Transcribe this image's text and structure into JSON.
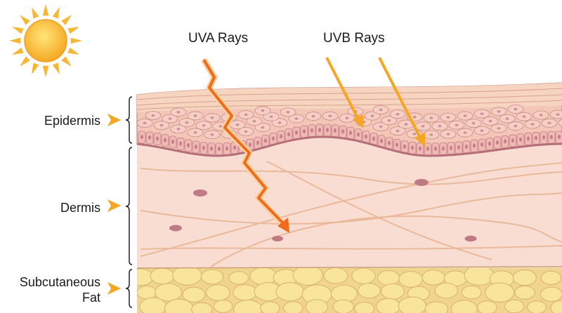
{
  "rays": {
    "uva_label": "UVA Rays",
    "uvb_label": "UVB Rays"
  },
  "layers": {
    "epidermis": "Epidermis",
    "dermis": "Dermis",
    "fat_line1": "Subcutaneous",
    "fat_line2": "Fat"
  },
  "colors": {
    "sun": "#f7b733",
    "uva": "#f26a1b",
    "uvb": "#f5a623",
    "epidermis": "#f3c6b8",
    "dermis": "#f9ddd2",
    "fat": "#f1d58f",
    "fibroblast": "#f6b792"
  }
}
